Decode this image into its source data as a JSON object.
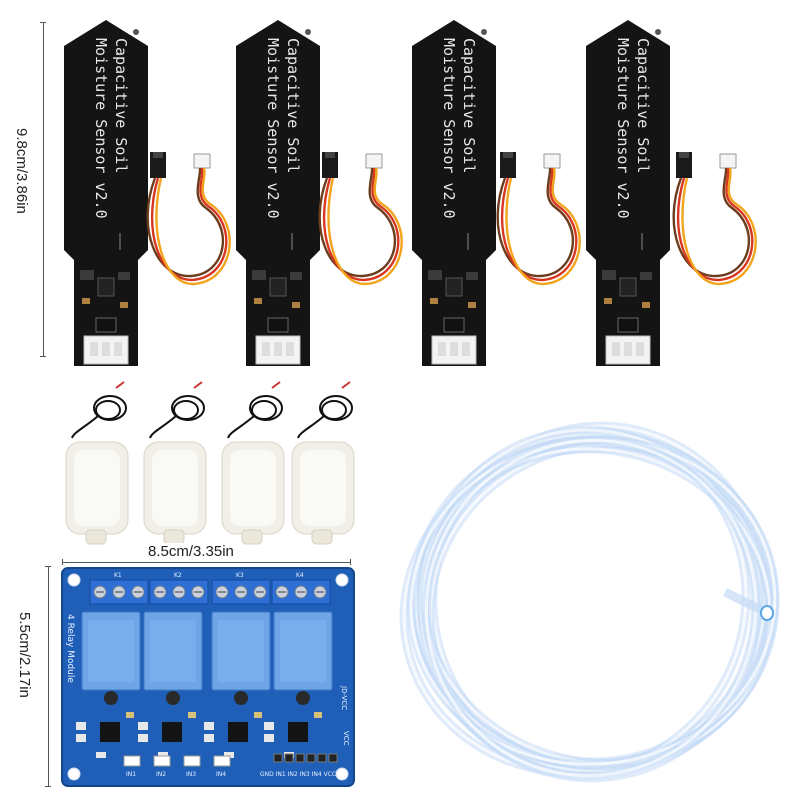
{
  "dimensions": {
    "sensor_height": "9.8cm/3.86in",
    "relay_width": "8.5cm/3.35in",
    "relay_height": "5.5cm/2.17in"
  },
  "sensor": {
    "label_line1": "Capacitive Soil",
    "label_line2": "Moisture Sensor v2.0"
  },
  "relay": {
    "board_label": "4 Relay Module",
    "inputs": [
      "IN1",
      "IN2",
      "IN3",
      "IN4"
    ],
    "header_label": "GND IN1 IN2 IN3 IN4 VCC",
    "side_label": "JD-VCC",
    "vcc_label": "VCC",
    "relay_marks": [
      "K1",
      "K2",
      "K3",
      "K4"
    ]
  },
  "colors": {
    "pcb_black": "#141414",
    "relay_blue": "#1f5fb8",
    "relay_cube": "#6fa4e6",
    "terminal_blue": "#2e6fd6",
    "wire_red": "#d8371f",
    "wire_orange": "#f2a51c",
    "wire_brown": "#6b3d1d",
    "tube": "#cfe3f7"
  },
  "icons": {
    "sensor": "soil-moisture-sensor-icon",
    "cable": "jumper-cable-icon",
    "pump": "mini-water-pump-icon",
    "relay": "relay-module-icon",
    "tube": "silicone-tube-icon"
  }
}
